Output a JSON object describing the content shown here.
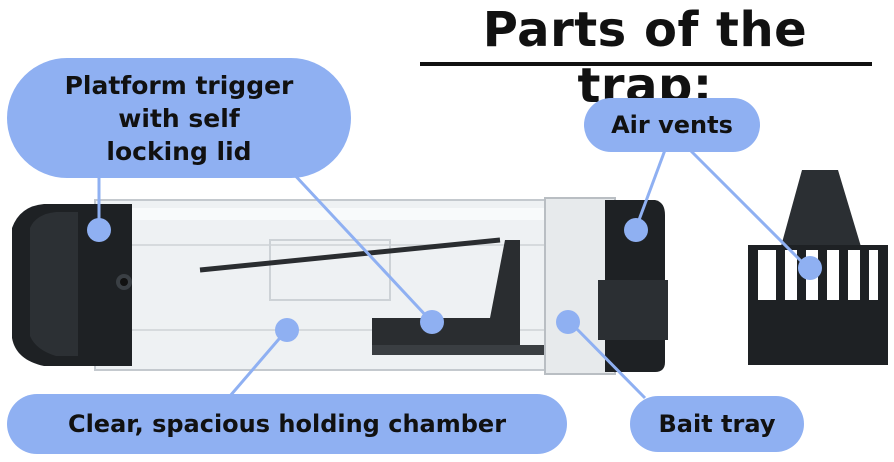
{
  "title": "Parts of the trap:",
  "labels": {
    "platform_trigger": [
      "Platform trigger",
      "with self",
      "locking lid"
    ],
    "air_vents": "Air vents",
    "holding_chamber": "Clear, spacious holding chamber",
    "bait_tray": "Bait tray"
  },
  "colors": {
    "label_bubble": "#8fb0f2",
    "leader_line": "#8fb0f2",
    "trap_body": "#1e2124",
    "clear_tube": "#eef1f3",
    "title_text": "#111111"
  }
}
